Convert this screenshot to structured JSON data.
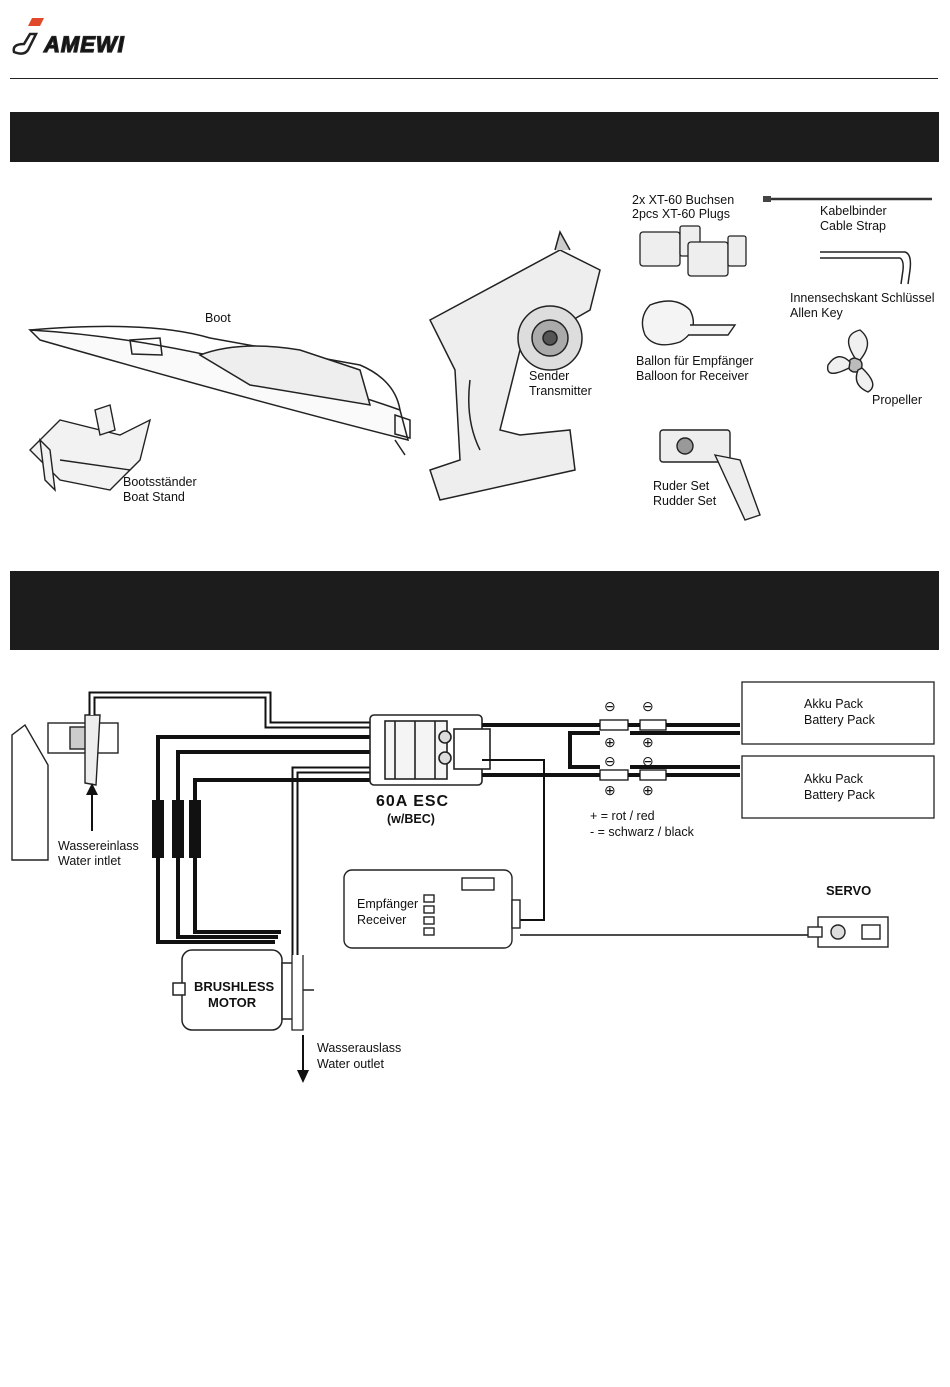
{
  "logo": {
    "text": "AMEWI"
  },
  "parts": {
    "boat": "Boot",
    "stand": [
      "Bootsständer",
      "Boat Stand"
    ],
    "transmitter": [
      "Sender",
      "Transmitter"
    ],
    "plugs": [
      "2x XT-60 Buchsen",
      "2pcs XT-60 Plugs"
    ],
    "cable_strap": [
      "Kabelbinder",
      "Cable Strap"
    ],
    "allen_key": [
      "Innensechskant Schlüssel",
      "Allen Key"
    ],
    "balloon": [
      "Ballon für Empfänger",
      "Balloon for Receiver"
    ],
    "propeller": "Propeller",
    "rudder": [
      "Ruder Set",
      "Rudder Set"
    ]
  },
  "wiring": {
    "battery1": [
      "Akku Pack",
      "Battery Pack"
    ],
    "battery2": [
      "Akku Pack",
      "Battery Pack"
    ],
    "esc": [
      "60A ESC",
      "(w/BEC)"
    ],
    "legend": [
      "+ = rot / red",
      "-  = schwarz / black"
    ],
    "receiver": [
      "Empfänger",
      "Receiver"
    ],
    "servo": "SERVO",
    "motor": [
      "BRUSHLESS",
      "MOTOR"
    ],
    "water_inlet": [
      "Wassereinlass",
      "Water intlet"
    ],
    "water_outlet": [
      "Wasserauslass",
      "Water outlet"
    ],
    "minus": "⊖",
    "plus": "⊕"
  }
}
